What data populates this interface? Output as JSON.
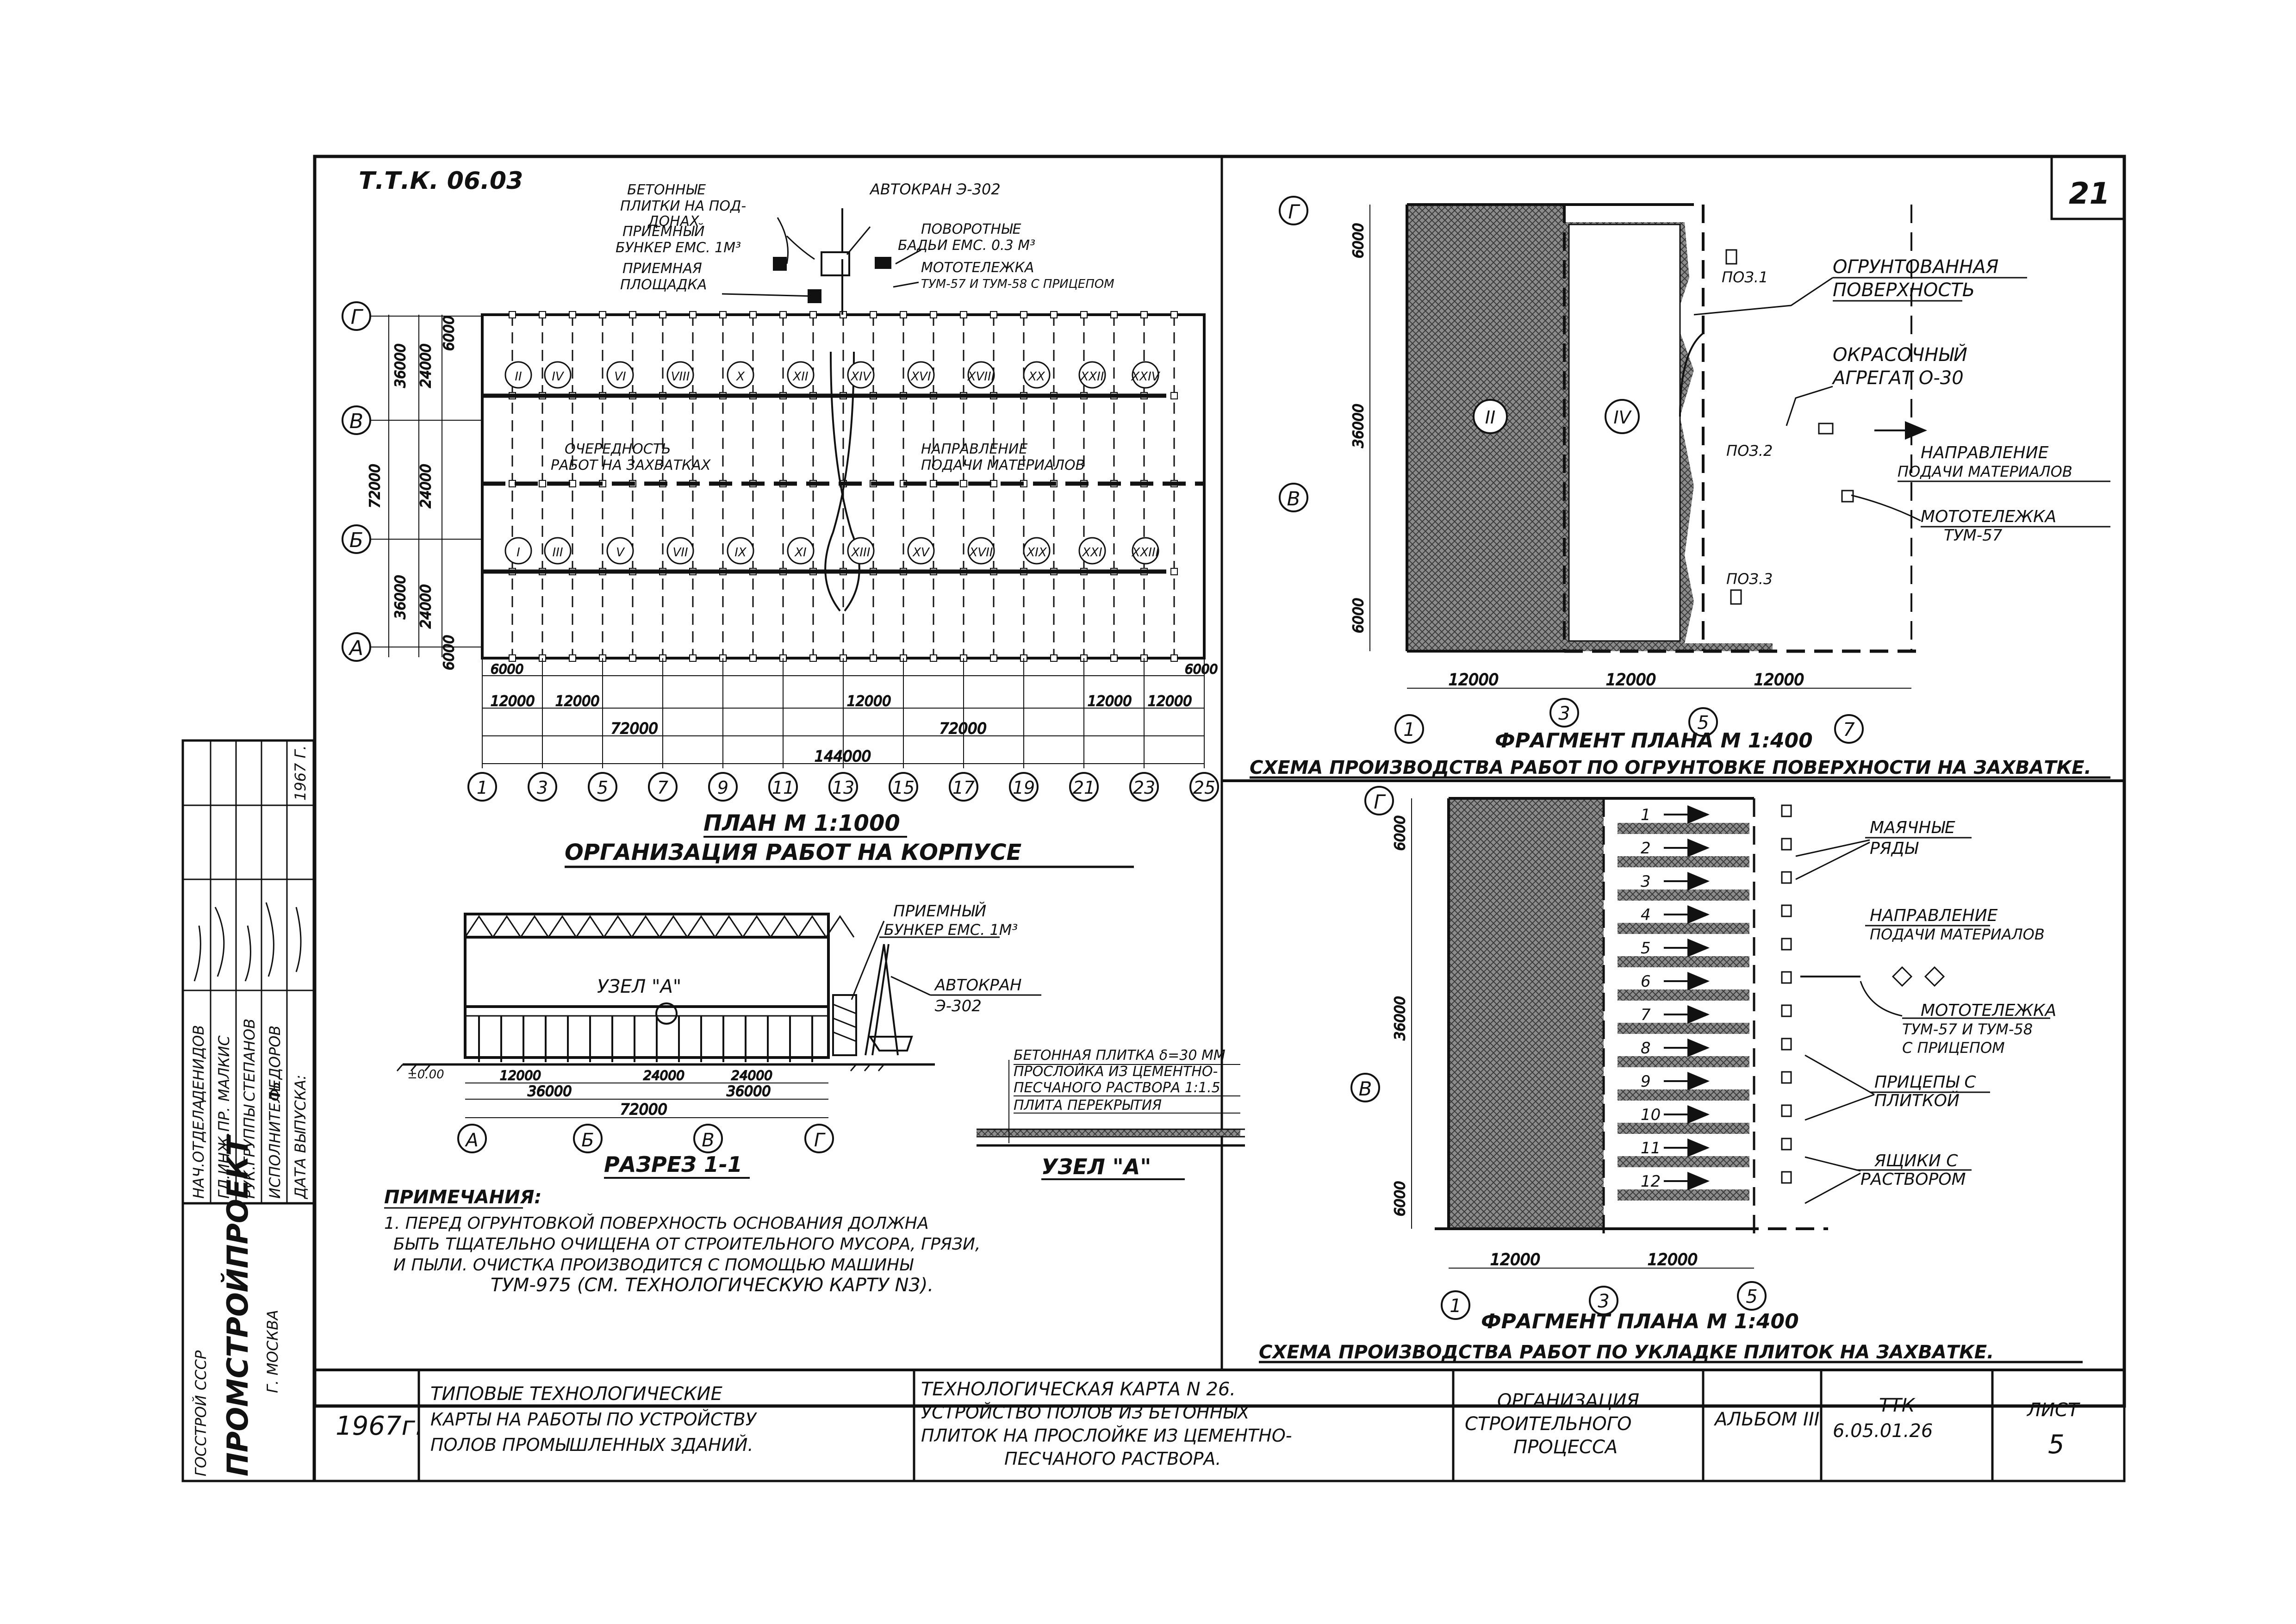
{
  "sheet": {
    "code": "Т.Т.К. 06.03",
    "sheet_no_top": "21"
  },
  "plan": {
    "title": "ПЛАН   М 1:1000",
    "subtitle": "ОРГАНИЗАЦИЯ   РАБОТ   НА   КОРПУСЕ",
    "row_axes": [
      "Г",
      "В",
      "Б",
      "А"
    ],
    "col_axes": [
      "1",
      "3",
      "5",
      "7",
      "9",
      "11",
      "13",
      "15",
      "17",
      "19",
      "21",
      "23",
      "25"
    ],
    "callout_concrete_slabs": [
      "БЕТОННЫЕ",
      "ПЛИТКИ НА ПОД-",
      "ДОНАХ"
    ],
    "callout_hopper": [
      "ПРИЕМНЫЙ",
      "БУНКЕР ЕМС. 1М³"
    ],
    "callout_platform": [
      "ПРИЕМНАЯ",
      "ПЛОЩАДКА"
    ],
    "callout_crane": "АВТОКРАН Э-302",
    "callout_tubs": [
      "ПОВОРОТНЫЕ",
      "БАДЬИ ЕМС. 0.3 М³"
    ],
    "callout_trolley": [
      "МОТОТЕЛЕЖКА",
      "ТУМ-57 И ТУМ-58 С ПРИЦЕПОМ"
    ],
    "label_sequence": [
      "ОЧЕРЕДНОСТЬ",
      "РАБОТ НА ЗАХВАТКАХ"
    ],
    "label_direction": [
      "НАПРАВЛЕНИЕ",
      "ПОДАЧИ МАТЕРИАЛОВ"
    ],
    "grips_top": [
      "II",
      "IV",
      "VI",
      "VIII",
      "X",
      "XII",
      "XIV",
      "XVI",
      "XVIII",
      "XX",
      "XXII",
      "XXIV"
    ],
    "grips_bottom": [
      "I",
      "III",
      "V",
      "VII",
      "IX",
      "XI",
      "XIII",
      "XV",
      "XVII",
      "XIX",
      "XXI",
      "XXIII"
    ],
    "dims_left": [
      "6000",
      "36000",
      "24000",
      "72000",
      "24000",
      "36000",
      "24000",
      "6000"
    ],
    "dims_bottom_1": "6000",
    "dims_bottom_12a": "12000",
    "dims_bottom_12b": "12000",
    "dims_bottom_12c": "12000",
    "dims_bottom_12d": "12000",
    "dims_bottom_12e": "12000",
    "dims_bottom_72a": "72000",
    "dims_bottom_72b": "72000",
    "dims_bottom_144": "144000"
  },
  "fragment1": {
    "title": "ФРАГМЕНТ ПЛАНА М 1:400",
    "subtitle": "СХЕМА ПРОИЗВОДСТВА РАБОТ ПО ОГРУНТОВКЕ ПОВЕРХНОСТИ НА ЗАХВАТКЕ.",
    "row_axes": [
      "Г",
      "В"
    ],
    "col_axes": [
      "1",
      "3",
      "5",
      "7"
    ],
    "grip_a": "II",
    "grip_b": "IV",
    "pos1": "ПОЗ.1",
    "pos2": "ПОЗ.2",
    "pos3": "ПОЗ.3",
    "label_primed": [
      "ОГРУНТОВАННАЯ",
      "ПОВЕРХНОСТЬ"
    ],
    "label_sprayer": [
      "ОКРАСОЧНЫЙ",
      "АГРЕГАТ О-30"
    ],
    "label_direction": [
      "НАПРАВЛЕНИЕ",
      "ПОДАЧИ МАТЕРИАЛОВ"
    ],
    "label_trolley": [
      "МОТОТЕЛЕЖКА",
      "ТУМ-57"
    ],
    "dim_top": "6000",
    "dim_mid": "36000",
    "dim_low": "6000",
    "dim_b1": "12000",
    "dim_b2": "12000",
    "dim_b3": "12000"
  },
  "fragment2": {
    "title": "ФРАГМЕНТ ПЛАНА М 1:400",
    "subtitle": "СХЕМА ПРОИЗВОДСТВА РАБОТ ПО УКЛАДКЕ ПЛИТОК НА ЗАХВАТКЕ.",
    "row_axes": [
      "Г",
      "В"
    ],
    "col_axes": [
      "1",
      "3",
      "5"
    ],
    "rows": [
      "1",
      "2",
      "3",
      "4",
      "5",
      "6",
      "7",
      "8",
      "9",
      "10",
      "11",
      "12"
    ],
    "label_rows": [
      "МАЯЧНЫЕ",
      "РЯДЫ"
    ],
    "label_direction": [
      "НАПРАВЛЕНИЕ",
      "ПОДАЧИ МАТЕРИАЛОВ"
    ],
    "label_trolley": [
      "МОТОТЕЛЕЖКА",
      "ТУМ-57 И ТУМ-58",
      "С ПРИЦЕПОМ"
    ],
    "label_trailers": [
      "ПРИЦЕПЫ С",
      "ПЛИТКОЙ"
    ],
    "label_boxes": [
      "ЯЩИКИ С",
      "РАСТВОРОМ"
    ],
    "dim_top": "6000",
    "dim_mid": "36000",
    "dim_low": "6000",
    "dim_b1": "12000",
    "dim_b2": "12000"
  },
  "section": {
    "title": "РАЗРЕЗ 1-1",
    "row_axes": [
      "А",
      "Б",
      "В",
      "Г"
    ],
    "node_label": "УЗЕЛ \"А\"",
    "callout_hopper": [
      "ПРИЕМНЫЙ",
      "БУНКЕР ЕМС. 1М³"
    ],
    "callout_crane": [
      "АВТОКРАН",
      "Э-302"
    ],
    "level_left": "±0.00",
    "dim_1": "12000",
    "dim_2": "24000",
    "dim_3": "24000",
    "dim_4": "36000",
    "dim_5": "36000",
    "dim_6": "72000"
  },
  "node": {
    "title": "УЗЕЛ \"А\"",
    "lines": [
      "БЕТОННАЯ ПЛИТКА δ=30 ММ",
      "ПРОСЛОЙКА ИЗ ЦЕМЕНТНО-",
      "ПЕСЧАНОГО РАСТВОРА 1:1.5",
      "ПЛИТА ПЕРЕКРЫТИЯ"
    ]
  },
  "notes": {
    "heading": "ПРИМЕЧАНИЯ:",
    "lines": [
      "1. ПЕРЕД ОГРУНТОВКОЙ ПОВЕРХНОСТЬ ОСНОВАНИЯ ДОЛЖНА",
      "БЫТЬ ТЩАТЕЛЬНО ОЧИЩЕНА ОТ СТРОИТЕЛЬНОГО МУСОРА, ГРЯЗИ,",
      "И ПЫЛИ. ОЧИСТКА ПРОИЗВОДИТСЯ С ПОМОЩЬЮ МАШИНЫ",
      "ТУМ-975 (СМ. ТЕХНОЛОГИЧЕСКУЮ КАРТУ N3)."
    ]
  },
  "stamp": {
    "org_line1": "ГОССТРОЙ СССР",
    "org_main": "ПРОМСТРОЙПРОЕКТ",
    "org_city": "Г. МОСКВА",
    "roles": [
      "НАЧ.ОТДЕЛА",
      "ГЛ.ИНЖ.ПР.",
      "РУК.ГРУППЫ",
      "ИСПОЛНИТЕЛЬ",
      "ДАТА ВЫПУСКА:"
    ],
    "names": [
      "ДЕНИДОВ",
      "МАЛКИС",
      "СТЕПАНОВ",
      "ФЕДОРОВ",
      ""
    ],
    "year_side": "1967 Г.",
    "year": "1967г.",
    "series": [
      "ТИПОВЫЕ ТЕХНОЛОГИЧЕСКИЕ",
      "КАРТЫ НА РАБОТЫ ПО УСТРОЙСТВУ",
      "ПОЛОВ ПРОМЫШЛЕННЫХ ЗДАНИЙ."
    ],
    "card": [
      "ТЕХНОЛОГИЧЕСКАЯ КАРТА N 26.",
      "УСТРОЙСТВО ПОЛОВ ИЗ БЕТОННЫХ",
      "ПЛИТОК НА ПРОСЛОЙКЕ ИЗ ЦЕМЕНТНО-",
      "ПЕСЧАНОГО РАСТВОРА."
    ],
    "section": [
      "ОРГАНИЗАЦИЯ",
      "СТРОИТЕЛЬНОГО",
      "ПРОЦЕССА"
    ],
    "album": "АЛЬБОМ III",
    "ttk_code": [
      "ТТК",
      "6.05.01.26"
    ],
    "sheet_label": "ЛИСТ",
    "sheet_no": "5"
  }
}
